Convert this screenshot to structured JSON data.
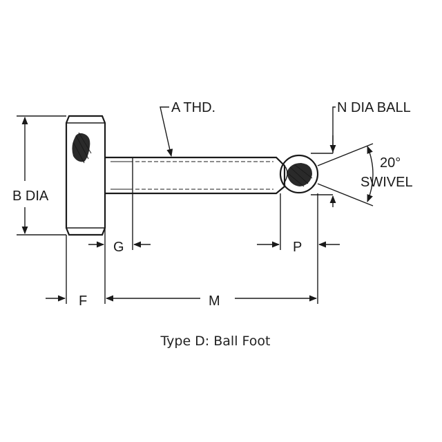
{
  "labels": {
    "a_thd": "A THD.",
    "n_dia_ball": "N DIA BALL",
    "swivel_angle": "20°",
    "swivel": "SWIVEL",
    "b_dia": "B DIA",
    "g": "G",
    "p": "P",
    "f": "F",
    "m": "M"
  },
  "caption": "Type D: Ball Foot"
}
